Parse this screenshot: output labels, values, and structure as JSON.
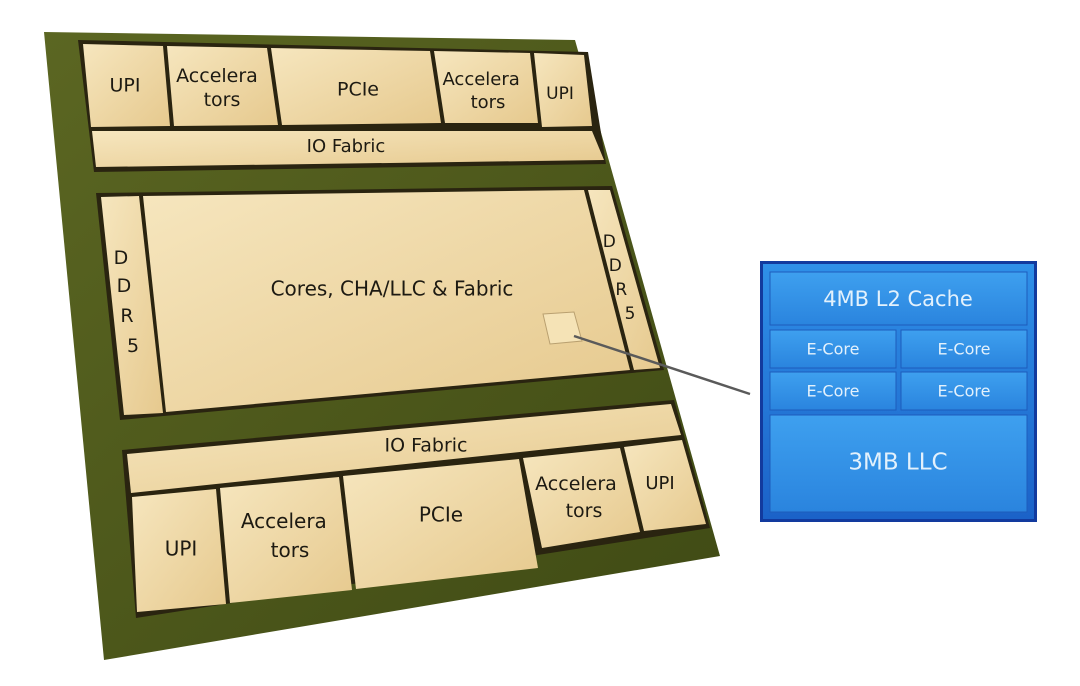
{
  "chip": {
    "top_io": {
      "tiles": [
        "UPI",
        [
          "Accelera",
          "tors"
        ],
        "PCIe",
        [
          "Accelera",
          "tors"
        ],
        "UPI"
      ],
      "fabric": "IO Fabric"
    },
    "compute": {
      "main_label": "Cores, CHA/LLC & Fabric",
      "left_mem": [
        "D",
        "D",
        "R",
        "5"
      ],
      "right_mem": [
        "D",
        "D",
        "R",
        "5"
      ]
    },
    "bottom_io": {
      "fabric": "IO Fabric",
      "tiles": [
        "UPI",
        [
          "Accelera",
          "tors"
        ],
        "PCIe",
        [
          "Accelera",
          "tors"
        ],
        "UPI"
      ]
    }
  },
  "zoom": {
    "l2": "4MB L2 Cache",
    "cores": [
      "E-Core",
      "E-Core",
      "E-Core",
      "E-Core"
    ],
    "llc": "3MB LLC"
  },
  "colors": {
    "substrate": "#4f5a1c",
    "tile": "#f1dcac",
    "tile_border": "#2a2410",
    "blue": "#1f7ad6",
    "blue_dark": "#0f3ea8"
  }
}
